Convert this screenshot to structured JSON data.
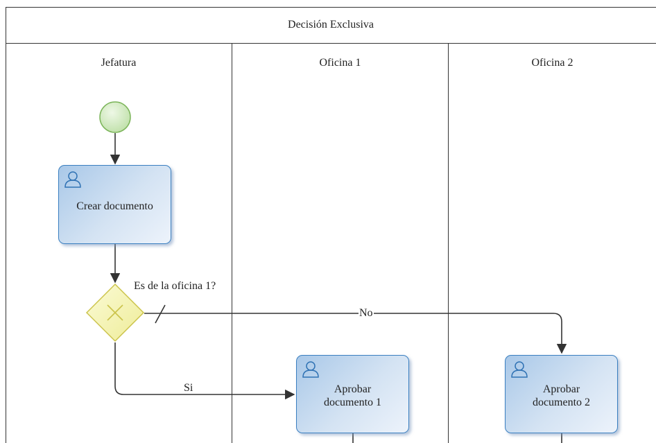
{
  "pool": {
    "title": "Decisión Exclusiva"
  },
  "lanes": [
    {
      "title": "Jefatura"
    },
    {
      "title": "Oficina 1"
    },
    {
      "title": "Oficina 2"
    }
  ],
  "tasks": [
    {
      "label": "Crear documento",
      "icon": "user-icon"
    },
    {
      "label": "Aprobar\ndocumento 1",
      "icon": "user-icon"
    },
    {
      "label": "Aprobar\ndocumento 2",
      "icon": "user-icon"
    }
  ],
  "gateway": {
    "type": "exclusive",
    "label": "Es de la oficina 1?"
  },
  "flows": {
    "no_label": "No",
    "si_label": "Si"
  },
  "colors": {
    "task_border": "#3a7fc0",
    "task_fill": "#c3d8ef",
    "start_border": "#7cb55a",
    "start_fill": "#d5ecc6",
    "gateway_border": "#cbc34a",
    "gateway_fill": "#f6f5b8",
    "line": "#333333"
  }
}
